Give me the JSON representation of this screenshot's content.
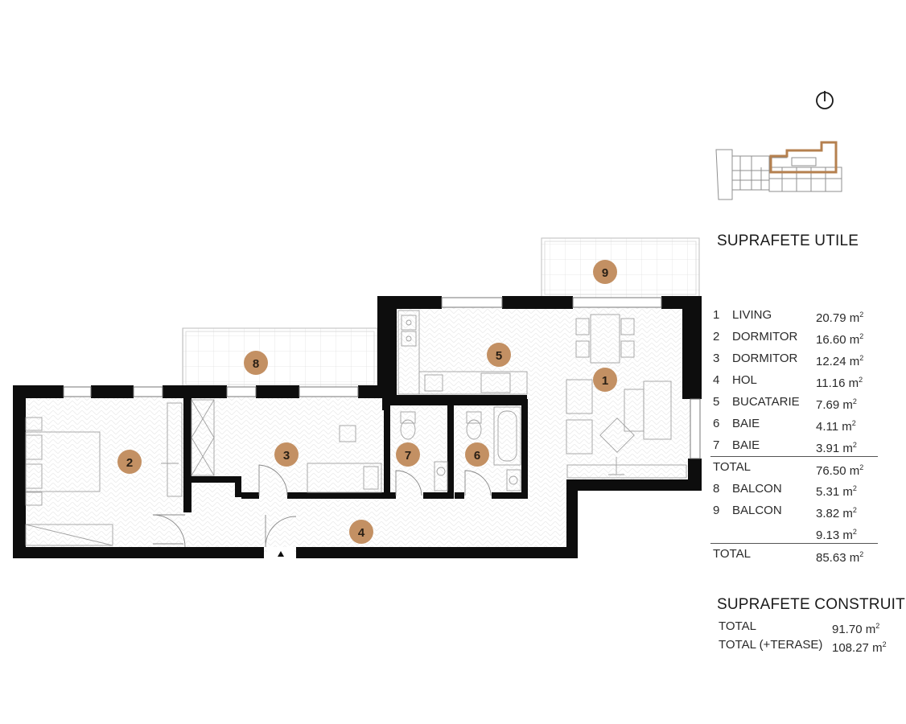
{
  "unit": "m",
  "unit_exponent": "2",
  "rooms": [
    {
      "num": "1",
      "name": "LIVING",
      "area": "20.79"
    },
    {
      "num": "2",
      "name": "DORMITOR",
      "area": "16.60"
    },
    {
      "num": "3",
      "name": "DORMITOR",
      "area": "12.24"
    },
    {
      "num": "4",
      "name": "HOL",
      "area": "11.16"
    },
    {
      "num": "5",
      "name": "BUCATARIE",
      "area": "7.69"
    },
    {
      "num": "6",
      "name": "BAIE",
      "area": "4.11"
    },
    {
      "num": "7",
      "name": "BAIE",
      "area": "3.91"
    },
    {
      "num": "8",
      "name": "BALCON",
      "area": "5.31"
    },
    {
      "num": "9",
      "name": "BALCON",
      "area": "3.82"
    }
  ],
  "utile": {
    "heading": "SUPRAFETE UTILE",
    "total_label": "TOTAL",
    "interior_total": "76.50",
    "balcony_subtotal": "9.13",
    "grand_total": "85.63"
  },
  "construite": {
    "heading": "SUPRAFETE CONSTRUITE",
    "rows": [
      {
        "label": "TOTAL",
        "area": "91.70"
      },
      {
        "label": "TOTAL (+TERASE)",
        "area": "108.27"
      }
    ]
  },
  "colors": {
    "wall": "#0d0d0d",
    "badge": "#c39063",
    "highlight": "#b5804f",
    "fixture": "#9a9a9a",
    "floor": "#ffffff"
  },
  "icons": [
    "north-arrow-icon",
    "building-keyplan-icon",
    "entrance-arrow-icon"
  ]
}
